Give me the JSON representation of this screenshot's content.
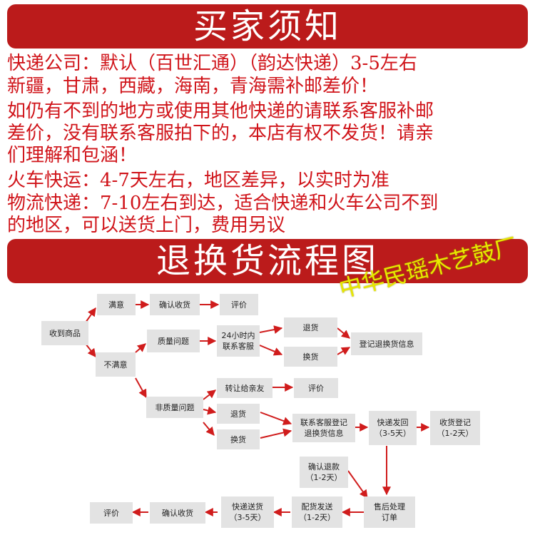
{
  "header": {
    "title": "买家须知"
  },
  "notice_lines": [
    "快递公司：默认（百世汇通）（韵达快递）3-5左右",
    "新疆，甘肃，西藏，海南，青海需补邮差价！",
    "如仍有不到的地方或使用其他快递的请联系客服补邮",
    "差价，没有联系客服拍下的，本店有权不发货！请亲",
    "们理解和包涵！",
    "火车快运：4-7天左右，地区差异，以实时为准",
    "物流快递：7-10左右到达，适合快递和火车公司不到",
    "的地区，可以送货上门，费用另议"
  ],
  "section2": {
    "title": "退换货流程图"
  },
  "watermark": "中华民瑶木艺鼓厂",
  "flow": {
    "received": "收到商品",
    "satisfied": "满意",
    "confirm_receipt_top": "确认收货",
    "review_top": "评价",
    "unsatisfied": "不满意",
    "quality_issue": "质量问题",
    "cs_24h": "24小时内\n联系客服",
    "return_top": "退货",
    "exchange_top": "换货",
    "register_info": "登记退换货信息",
    "non_quality_issue": "非质量问题",
    "transfer": "转让给亲友",
    "review_mid": "评价",
    "return_mid": "退货",
    "exchange_mid": "换货",
    "cs_register": "联系客服登记\n退换货信息",
    "ship_back": "快递发回\n（3-5天）",
    "receipt_register": "收货登记\n（1-2天）",
    "confirm_refund": "确认退款\n（1-2天）",
    "after_sales": "售后处理\n订单",
    "deliver": "配货发送\n（1-2天）",
    "express": "快递送货\n（3-5天）",
    "confirm_receipt_bottom": "确认收货",
    "review_bottom": "评价"
  },
  "colors": {
    "banner_bg": "#bb1b1b",
    "notice_text": "#d0141a",
    "arrow": "#d01c1c",
    "box_bg": "#e3e3e3",
    "watermark": "#e8e800"
  }
}
